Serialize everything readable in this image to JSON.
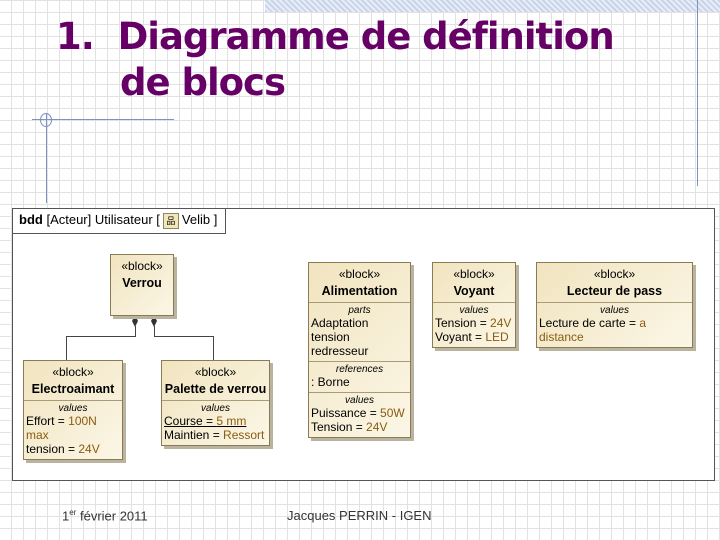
{
  "slide": {
    "title_line1": "1.  Diagramme de définition",
    "title_line2": "de blocs"
  },
  "diagram": {
    "kind": "bdd",
    "context": "[Acteur] Utilisateur [",
    "package": "Velib ]",
    "package_icon": "package-diagram-icon",
    "stereotype": "«block»",
    "blocks": {
      "verrou": {
        "name": "Verrou"
      },
      "electroaimant": {
        "name": "Electroaimant",
        "values_label": "values",
        "values": [
          {
            "k": "Effort = ",
            "v": "100N max"
          },
          {
            "k": "tension = ",
            "v": "24V"
          }
        ]
      },
      "palette": {
        "name": "Palette de verrou",
        "values_label": "values",
        "values": [
          {
            "k": "Course = ",
            "v": "5 mm"
          },
          {
            "k": "Maintien = ",
            "v": "Ressort"
          }
        ]
      },
      "alimentation": {
        "name": "Alimentation",
        "parts_label": "parts",
        "parts": [
          "Adaptation tension",
          "redresseur"
        ],
        "references_label": "references",
        "references": [
          ": Borne"
        ],
        "values_label": "values",
        "values": [
          {
            "k": "Puissance = ",
            "v": "50W"
          },
          {
            "k": "Tension = ",
            "v": "24V"
          }
        ]
      },
      "voyant": {
        "name": "Voyant",
        "values_label": "values",
        "values": [
          {
            "k": "Tension = ",
            "v": "24V"
          },
          {
            "k": "Voyant = ",
            "v": "LED"
          }
        ]
      },
      "lecteur": {
        "name": "Lecteur de pass",
        "values_label": "values",
        "values": [
          {
            "k": "Lecture de carte = ",
            "v": "a distance"
          }
        ]
      }
    }
  },
  "footer": {
    "date_day": "1",
    "date_sup": "er",
    "date_rest": " février 2011",
    "author": "Jacques PERRIN - IGEN"
  }
}
